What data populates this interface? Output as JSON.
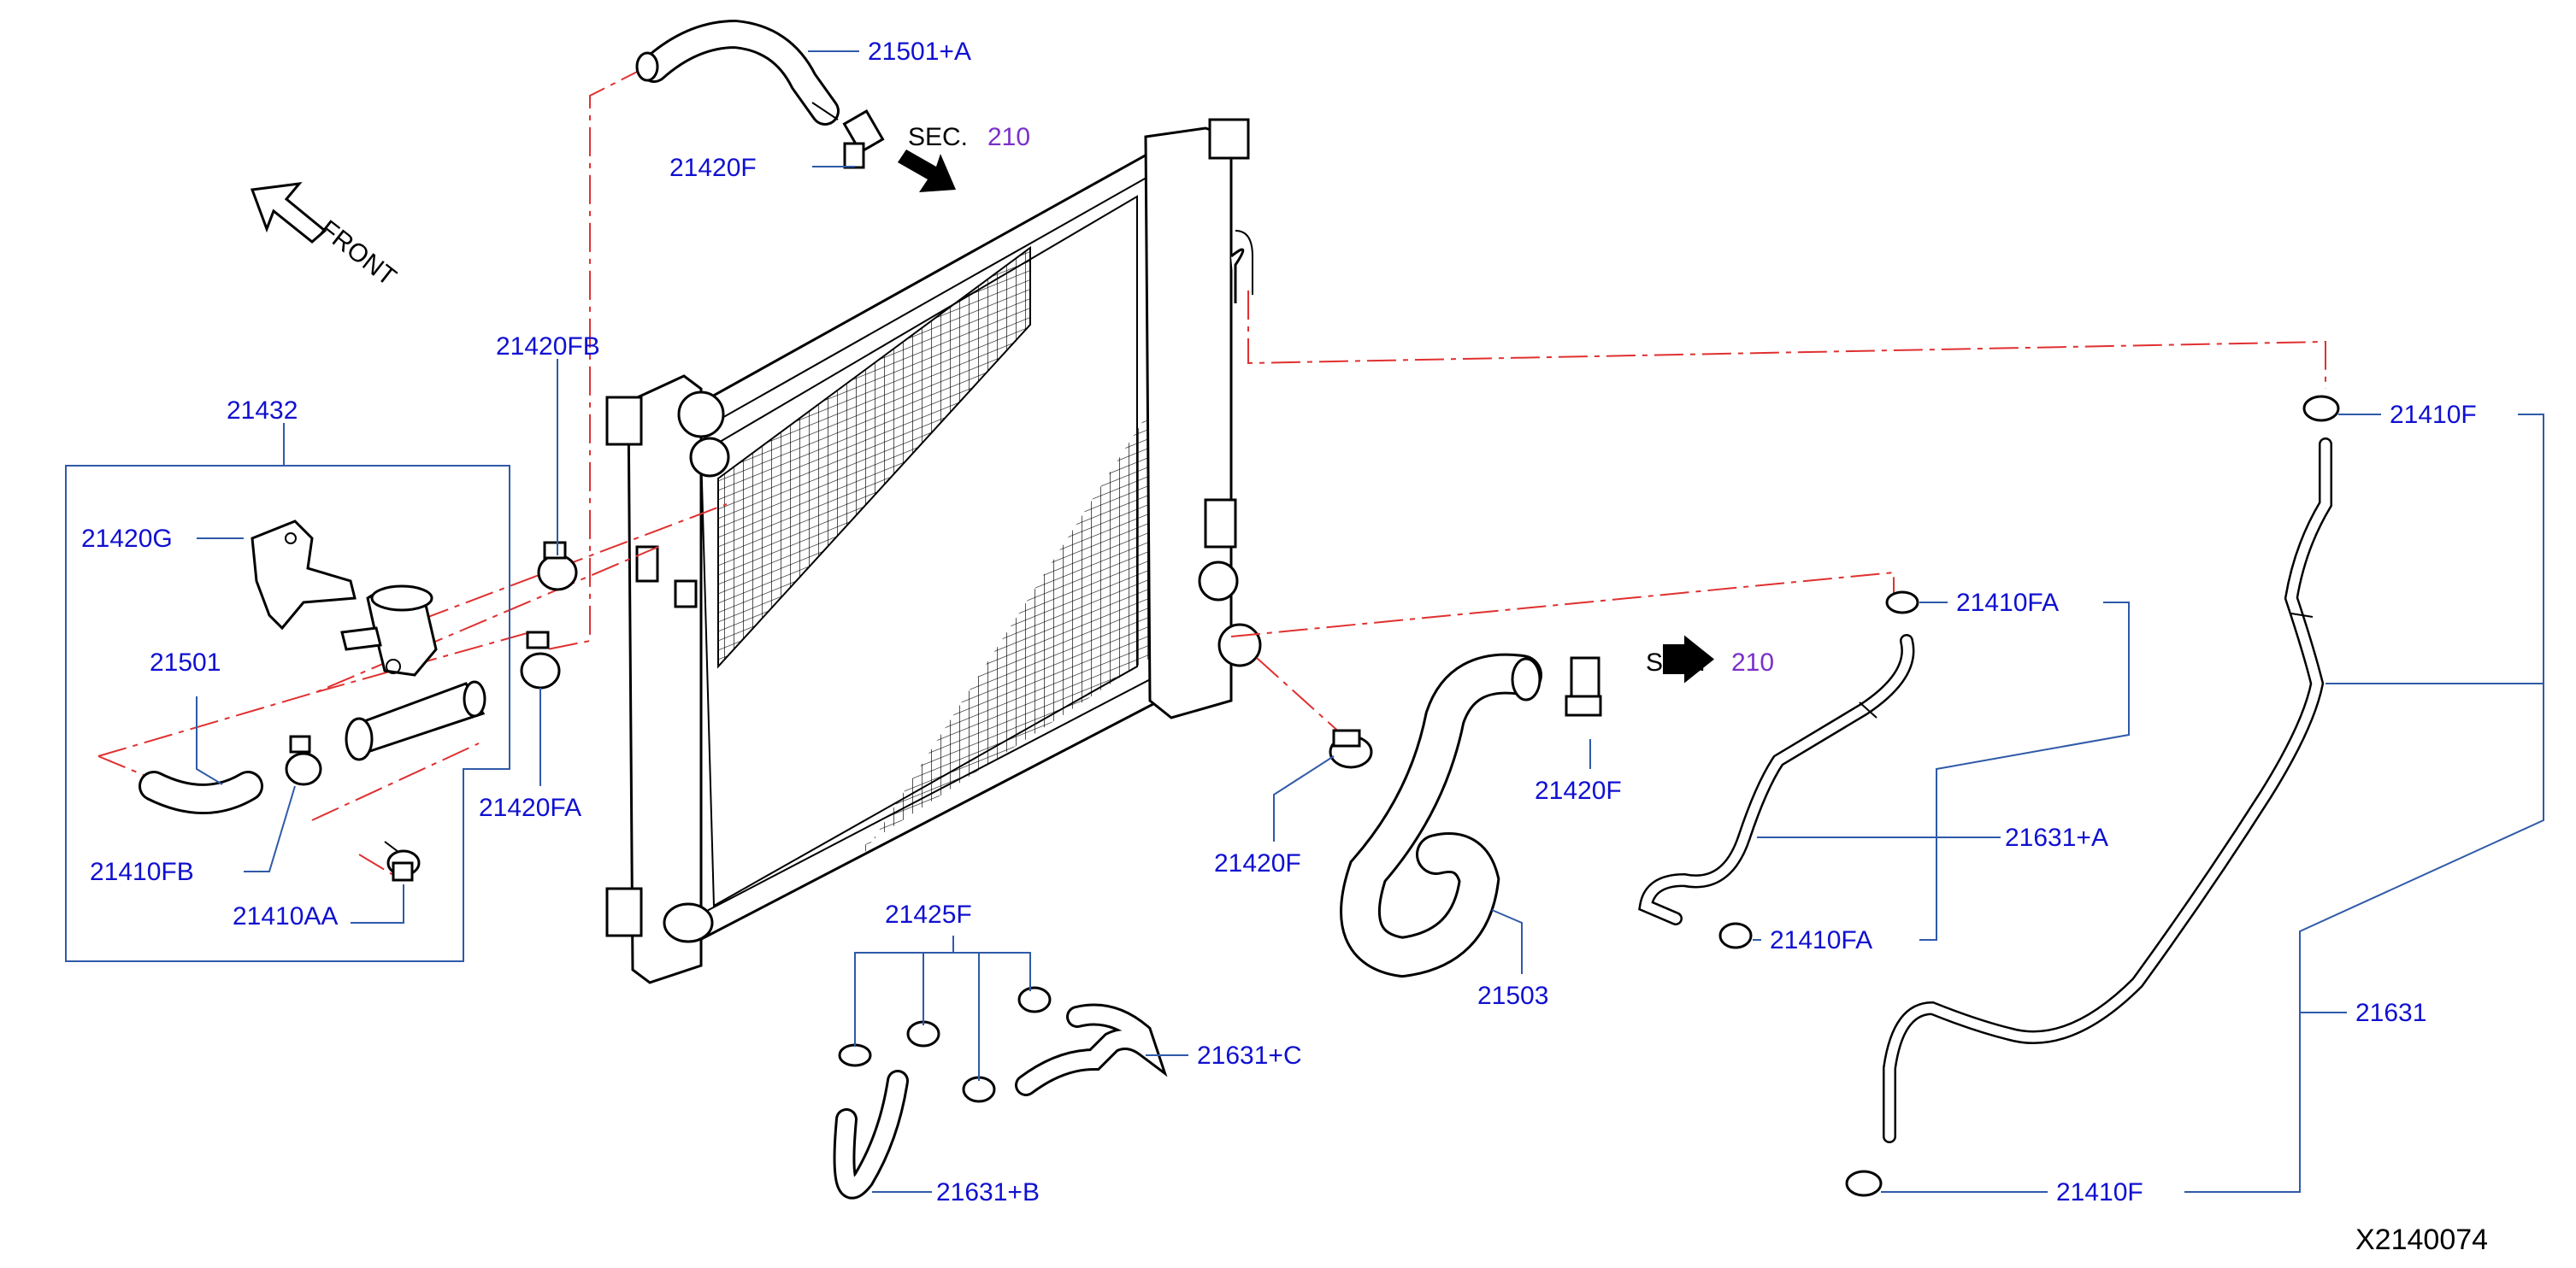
{
  "diagram_code": "X2140074",
  "front_label": "FRONT",
  "sec_refs": [
    {
      "prefix": "SEC.",
      "number": "210"
    },
    {
      "prefix": "SEC.",
      "number": "210"
    }
  ],
  "labels": {
    "p21501_a": "21501+A",
    "p21420f_top": "21420F",
    "p21420fb": "21420FB",
    "p21432": "21432",
    "p21420g": "21420G",
    "p21501": "21501",
    "p21410fb": "21410FB",
    "p21410aa": "21410AA",
    "p21420fa": "21420FA",
    "p21425f": "21425F",
    "p21631_c": "21631+C",
    "p21631_b": "21631+B",
    "p21420f_mid": "21420F",
    "p21503": "21503",
    "p21420f_right": "21420F",
    "p21410fa_top": "21410FA",
    "p21631_a": "21631+A",
    "p21410fa_bottom": "21410FA",
    "p21410f_top": "21410F",
    "p21631": "21631",
    "p21410f_bottom": "21410F"
  },
  "colors": {
    "label_text": "#1010d0",
    "leader_lines": "#2f5aa8",
    "phantom_lines": "#e03030",
    "section_number": "#7a30c8"
  }
}
